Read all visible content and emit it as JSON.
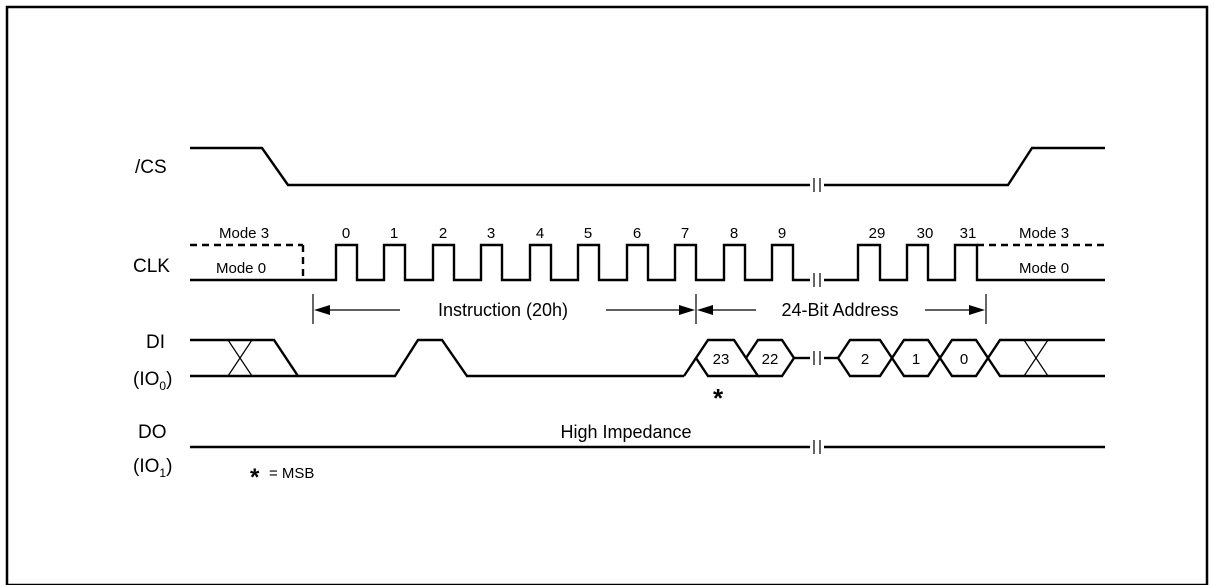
{
  "signals": {
    "cs": "/CS",
    "clk": "CLK",
    "di": "DI",
    "di_sub": {
      "prefix": "(IO",
      "sub": "0",
      "suffix": ")"
    },
    "do": "DO",
    "do_sub": {
      "prefix": "(IO",
      "sub": "1",
      "suffix": ")"
    }
  },
  "modes": {
    "left_high": "Mode 3",
    "left_low": "Mode 0",
    "right_high": "Mode 3",
    "right_low": "Mode 0"
  },
  "clock_numbers": [
    "0",
    "1",
    "2",
    "3",
    "4",
    "5",
    "6",
    "7",
    "8",
    "9",
    "29",
    "30",
    "31"
  ],
  "sections": {
    "instruction": "Instruction (20h)",
    "address": "24-Bit Address"
  },
  "di_bits": [
    "23",
    "22",
    "2",
    "1",
    "0"
  ],
  "msb_marker": "*",
  "high_impedance": "High Impedance",
  "legend": {
    "star": "*",
    "text": "= MSB"
  }
}
